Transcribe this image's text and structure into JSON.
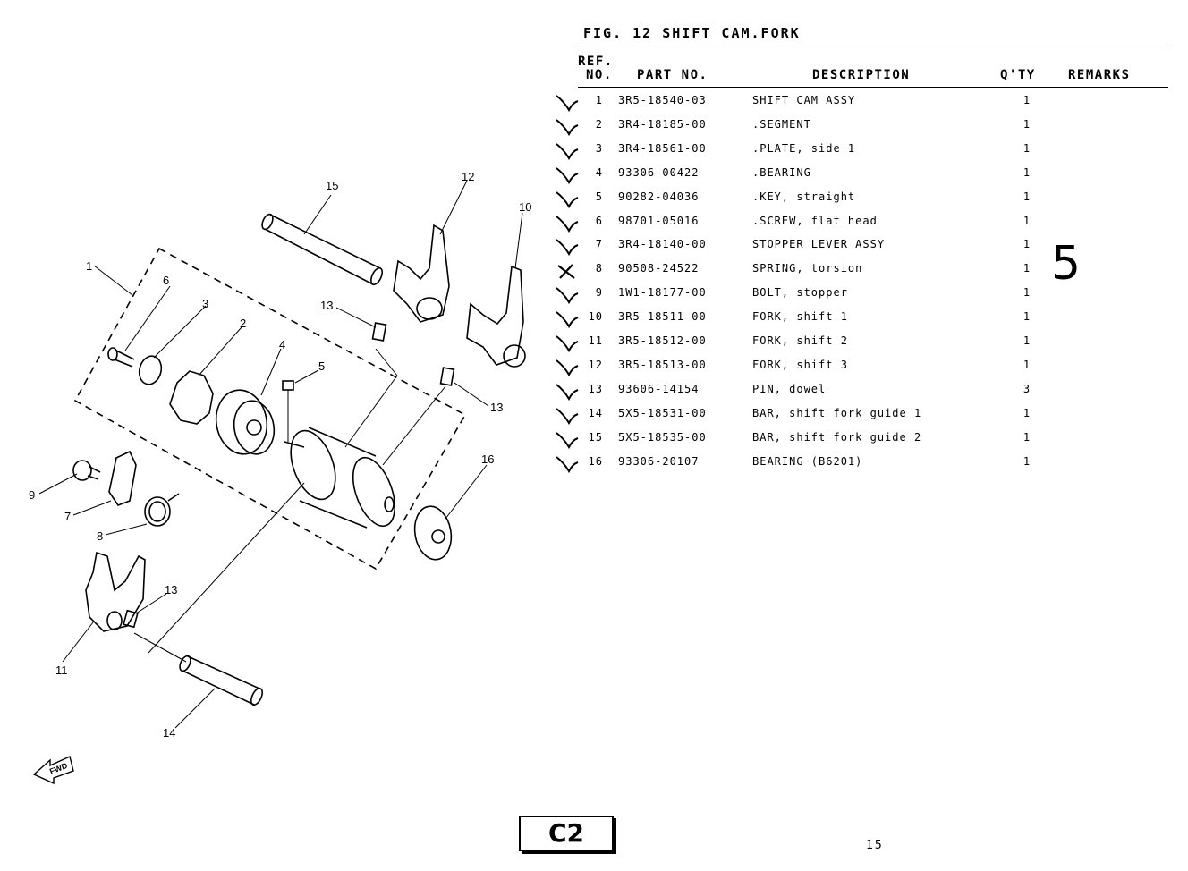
{
  "figure": {
    "title": "FIG. 12   SHIFT CAM.FORK"
  },
  "table": {
    "headers": {
      "ref_line1": "REF.",
      "ref_line2": "NO.",
      "part": "PART NO.",
      "desc": "DESCRIPTION",
      "qty": "Q'TY",
      "remarks": "REMARKS"
    },
    "rows": [
      {
        "ref": "1",
        "part": "3R5-18540-03",
        "desc": "SHIFT CAM ASSY",
        "qty": "1"
      },
      {
        "ref": "2",
        "part": "3R4-18185-00",
        "desc": ".SEGMENT",
        "qty": "1"
      },
      {
        "ref": "3",
        "part": "3R4-18561-00",
        "desc": ".PLATE, side 1",
        "qty": "1"
      },
      {
        "ref": "4",
        "part": "93306-00422",
        "desc": ".BEARING",
        "qty": "1"
      },
      {
        "ref": "5",
        "part": "90282-04036",
        "desc": ".KEY, straight",
        "qty": "1"
      },
      {
        "ref": "6",
        "part": "98701-05016",
        "desc": ".SCREW, flat head",
        "qty": "1"
      },
      {
        "ref": "7",
        "part": "3R4-18140-00",
        "desc": "STOPPER LEVER ASSY",
        "qty": "1"
      },
      {
        "ref": "8",
        "part": "90508-24522",
        "desc": "SPRING, torsion",
        "qty": "1"
      },
      {
        "ref": "9",
        "part": "1W1-18177-00",
        "desc": "BOLT, stopper",
        "qty": "1"
      },
      {
        "ref": "10",
        "part": "3R5-18511-00",
        "desc": "FORK, shift 1",
        "qty": "1"
      },
      {
        "ref": "11",
        "part": "3R5-18512-00",
        "desc": "FORK, shift 2",
        "qty": "1"
      },
      {
        "ref": "12",
        "part": "3R5-18513-00",
        "desc": "FORK, shift 3",
        "qty": "1"
      },
      {
        "ref": "13",
        "part": "93606-14154",
        "desc": "PIN, dowel",
        "qty": "3"
      },
      {
        "ref": "14",
        "part": "5X5-18531-00",
        "desc": "BAR, shift fork guide 1",
        "qty": "1"
      },
      {
        "ref": "15",
        "part": "5X5-18535-00",
        "desc": "BAR, shift fork guide 2",
        "qty": "1"
      },
      {
        "ref": "16",
        "part": "93306-20107",
        "desc": "BEARING (B6201)",
        "qty": "1"
      }
    ]
  },
  "handwritten_note": "5",
  "callouts": [
    "1",
    "2",
    "3",
    "4",
    "5",
    "6",
    "7",
    "8",
    "9",
    "10",
    "11",
    "12",
    "13",
    "13",
    "13",
    "14",
    "15",
    "16"
  ],
  "fwd_label": "FWD",
  "section_code": "C2",
  "page_number": "15"
}
